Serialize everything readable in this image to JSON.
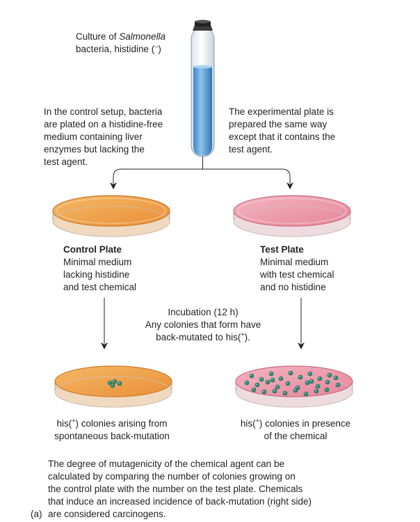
{
  "culture_label": {
    "line1_prefix": "Culture of ",
    "line1_italic": "Salmonella",
    "line2": "bacteria, histidine (",
    "line2_sup": "–",
    "line2_end": ")"
  },
  "control_setup": [
    "In the control setup, bacteria",
    "are plated on a histidine-free",
    "medium containing liver",
    "enzymes but lacking the",
    "test agent."
  ],
  "experimental_setup": [
    "The experimental plate is",
    "prepared the same way",
    "except that it contains the",
    "test agent."
  ],
  "control_plate": {
    "title": "Control Plate",
    "lines": [
      "Minimal medium",
      "lacking histidine",
      "and test chemical"
    ]
  },
  "test_plate": {
    "title": "Test Plate",
    "lines": [
      "Minimal medium",
      "with test chemical",
      "and no histidine"
    ]
  },
  "incubation": {
    "line1": "Incubation (12 h)",
    "line2": "Any colonies that form have",
    "line3_prefix": "back-mutated to his(",
    "line3_sup": "+",
    "line3_end": ")."
  },
  "control_result": {
    "line1_prefix": "his(",
    "line1_sup": "+",
    "line1_end": ") colonies arising from",
    "line2": "spontaneous back-mutation"
  },
  "test_result": {
    "line1_prefix": "his(",
    "line1_sup": "+",
    "line1_end": ") colonies in presence",
    "line2": "of the chemical"
  },
  "conclusion": [
    "The degree of mutagenicity of the chemical agent can be",
    "calculated by comparing the number of colonies growing on",
    "the control plate with the number on the test plate. Chemicals",
    "that induce an increased incidence of back-mutation (right side)",
    "are considered carcinogens."
  ],
  "panel_label": "(a)",
  "colors": {
    "orange_medium": "#f2a24d",
    "pink_medium": "#ec9cab",
    "tube_fluid": "#5a9fd4",
    "colony": "#2e8b7a"
  }
}
